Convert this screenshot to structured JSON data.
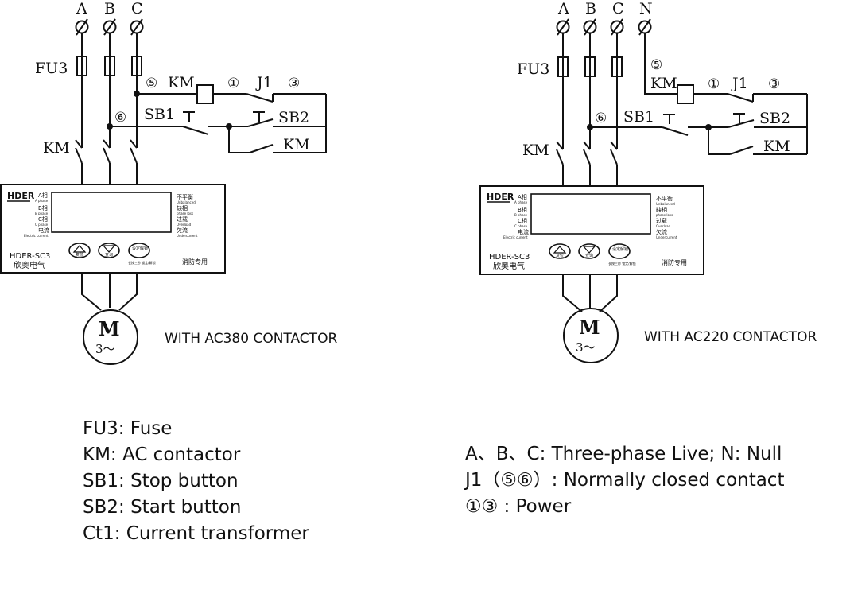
{
  "diagrams": [
    {
      "phases": [
        "A",
        "B",
        "C"
      ],
      "fuse_label": "FU3",
      "km_label": "KM",
      "km_coil_label": "KM",
      "sb1_label": "SB1",
      "sb2_label": "SB2",
      "j1_label": "J1",
      "km_contact_label": "KM",
      "terminal_5": "⑤",
      "terminal_1": "①",
      "terminal_3": "③",
      "terminal_6": "⑥",
      "motor_label": "M",
      "motor_sub": "3～",
      "caption": "WITH AC380 CONTACTOR",
      "device": {
        "brand": "HDER",
        "model": "HDER-SC3",
        "maker": "欣奥电气",
        "purpose": "消防专用",
        "left_labels": [
          {
            "cn": "A相",
            "en": "A phase"
          },
          {
            "cn": "B相",
            "en": "B phase"
          },
          {
            "cn": "C相",
            "en": "C phase"
          },
          {
            "cn": "电流",
            "en": "Electric current"
          }
        ],
        "right_labels": [
          {
            "cn": "不平衡",
            "en": "Unbalanced"
          },
          {
            "cn": "缺相",
            "en": "phase loss"
          },
          {
            "cn": "过载",
            "en": "Overload"
          },
          {
            "cn": "欠流",
            "en": "Undercurrent"
          }
        ],
        "buttons": [
          {
            "label": "复位",
            "sub": ""
          },
          {
            "label": "查询",
            "sub": ""
          },
          {
            "label": "设定解锁",
            "sub": "长按三秒 锁定/解锁"
          }
        ]
      }
    },
    {
      "phases": [
        "A",
        "B",
        "C",
        "N"
      ],
      "fuse_label": "FU3",
      "km_label": "KM",
      "km_coil_label": "KM",
      "sb1_label": "SB1",
      "sb2_label": "SB2",
      "j1_label": "J1",
      "km_contact_label": "KM",
      "terminal_5": "⑤",
      "terminal_1": "①",
      "terminal_3": "③",
      "terminal_6": "⑥",
      "motor_label": "M",
      "motor_sub": "3～",
      "caption": "WITH AC220 CONTACTOR",
      "device": {
        "brand": "HDER",
        "model": "HDER-SC3",
        "maker": "欣奥电气",
        "purpose": "消防专用",
        "left_labels": [
          {
            "cn": "A相",
            "en": "A phase"
          },
          {
            "cn": "B相",
            "en": "B phase"
          },
          {
            "cn": "C相",
            "en": "C phase"
          },
          {
            "cn": "电流",
            "en": "Electric current"
          }
        ],
        "right_labels": [
          {
            "cn": "不平衡",
            "en": "Unbalanced"
          },
          {
            "cn": "缺相",
            "en": "phase loss"
          },
          {
            "cn": "过载",
            "en": "Overload"
          },
          {
            "cn": "欠流",
            "en": "Undercurrent"
          }
        ],
        "buttons": [
          {
            "label": "复位",
            "sub": ""
          },
          {
            "label": "查询",
            "sub": ""
          },
          {
            "label": "设定解锁",
            "sub": "长按三秒 锁定/解锁"
          }
        ]
      }
    }
  ],
  "legend_left": [
    "FU3: Fuse",
    "KM: AC contactor",
    "SB1: Stop button",
    "SB2: Start button",
    "Ct1: Current transformer"
  ],
  "legend_right": [
    "A、B、C: Three-phase Live; N: Null",
    "J1（⑤⑥）: Normally closed contact",
    "①③ : Power"
  ]
}
